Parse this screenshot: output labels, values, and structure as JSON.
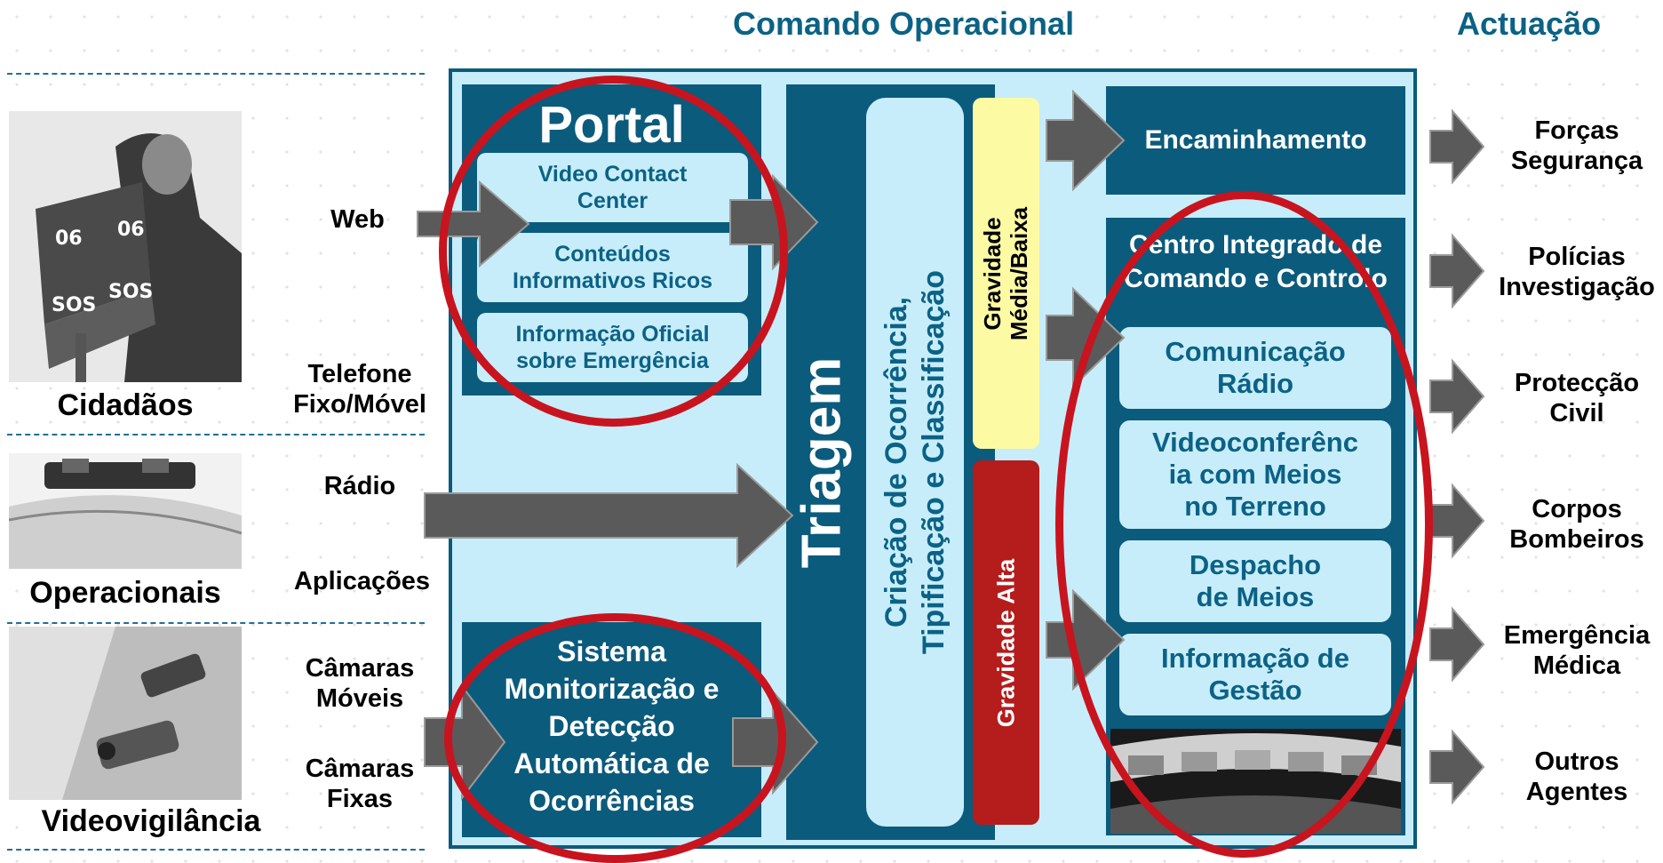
{
  "headers": {
    "comando": "Comando Operacional",
    "actuacao": "Actuação"
  },
  "sources": {
    "groups": {
      "cidadaos": "Cidadãos",
      "operacionais": "Operacionais",
      "videovigilancia": "Videovigilância"
    },
    "channels": {
      "web": "Web",
      "telefone": "Telefone\nFixo/Móvel",
      "radio": "Rádio",
      "aplicacoes": "Aplicações",
      "camaras_moveis": "Câmaras\nMóveis",
      "camaras_fixas": "Câmaras\nFixas"
    }
  },
  "portal": {
    "title": "Portal",
    "items": [
      "Video Contact\nCenter",
      "Conteúdos\nInformativos Ricos",
      "Informação Oficial\nsobre Emergência"
    ]
  },
  "monitorizacao": "Sistema\nMonitorização e\nDetecção\nAutomática de\nOcorrências",
  "triagem": "Triagem",
  "criacao": "Criação de Ocorrência,\nTipificação e Classificação",
  "gravidade_media": "Gravidade\nMédia/Baixa",
  "gravidade_alta": "Gravidade Alta",
  "encaminhamento": "Encaminhamento",
  "centro": {
    "title": "Centro Integrado de\nComando e Controlo",
    "items": [
      "Comunicação\nRádio",
      "Videoconferênc\nia com Meios\nno Terreno",
      "Despacho\nde Meios",
      "Informação de\nGestão"
    ]
  },
  "actuacao": [
    "Forças\nSegurança",
    "Polícias\nInvestigação",
    "Protecção\nCivil",
    "Corpos\nBombeiros",
    "Emergência\nMédica",
    "Outros\nAgentes"
  ],
  "colors": {
    "dark_blue": "#0b5b7c",
    "light_blue": "#c7edfa",
    "yellow": "#fdfaa4",
    "red": "#b51c1c",
    "ring_red": "#c8141e",
    "arrow_gray": "#5a5a5a"
  }
}
